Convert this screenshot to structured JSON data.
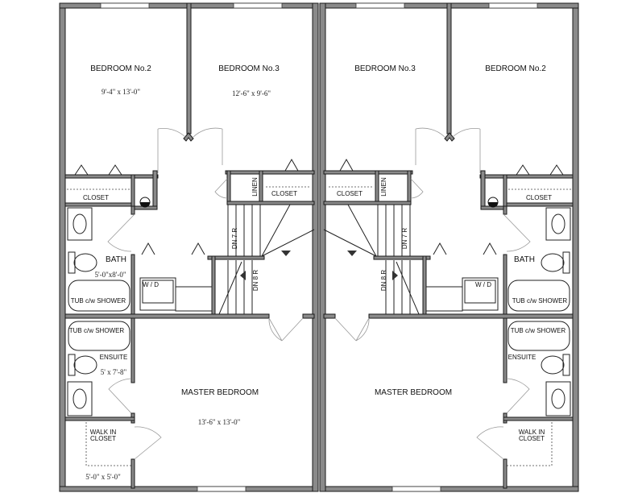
{
  "left_unit": {
    "bedroom2": {
      "label": "BEDROOM No.2",
      "dims": "9'-4\" x 13'-0\""
    },
    "bedroom3": {
      "label": "BEDROOM No.3",
      "dims": "12'-6\" x 9'-6\""
    },
    "closet_bed2": "CLOSET",
    "closet_bed3": "CLOSET",
    "linen": "LINEN",
    "stairs_up": "DN 7 R",
    "stairs_down": "DN 8 R",
    "laundry": "W / D",
    "bath": {
      "label": "BATH",
      "dims": "5'-0\"x8'-0\""
    },
    "tub_bath": "TUB c/w SHOWER",
    "tub_ensuite": "TUB c/w SHOWER",
    "ensuite": {
      "label": "ENSUITE",
      "dims": "5' x 7'-8\""
    },
    "master": {
      "label": "MASTER BEDROOM",
      "dims": "13'-6\" x 13'-0\""
    },
    "walk_in": {
      "label_1": "WALK IN",
      "label_2": "CLOSET",
      "dims": "5'-0\" x 5'-0\""
    }
  },
  "right_unit": {
    "bedroom3": {
      "label": "BEDROOM No.3"
    },
    "bedroom2": {
      "label": "BEDROOM No.2"
    },
    "closet_bed3": "CLOSET",
    "closet_bed2": "CLOSET",
    "linen": "LINEN",
    "stairs_up": "DN 7 R",
    "stairs_down": "DN 8 R",
    "laundry": "W / D",
    "bath": {
      "label": "BATH"
    },
    "tub_bath": "TUB c/w SHOWER",
    "tub_ensuite": "TUB c/w SHOWER",
    "ensuite": {
      "label": "ENSUITE"
    },
    "master": {
      "label": "MASTER BEDROOM"
    },
    "walk_in": {
      "label_1": "WALK IN",
      "label_2": "CLOSET"
    }
  }
}
